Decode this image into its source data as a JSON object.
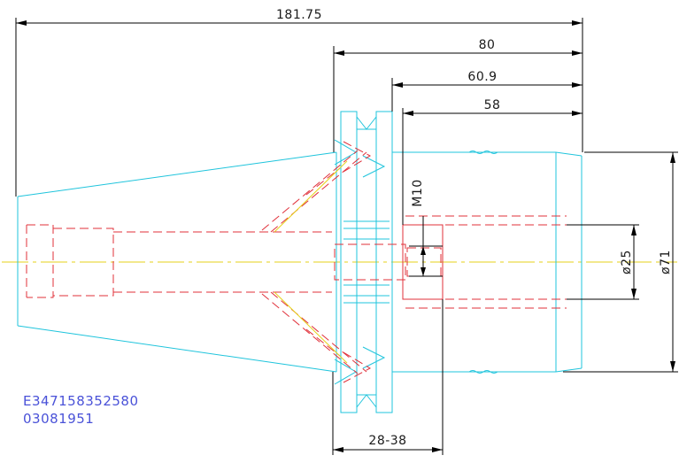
{
  "dimensions": {
    "overall_length": "181.75",
    "flange_to_end": "80",
    "groove_to_end": "60.9",
    "body_length": "58",
    "thread": "M10",
    "bore_dia": "ø25",
    "outer_dia": "ø71",
    "adjust_range": "28-38"
  },
  "part_codes": {
    "line1": "E347158352580",
    "line2": "03081951"
  },
  "colors": {
    "outline": "#1fc4dc",
    "hidden": "#e0303a",
    "centerline": "#e6d21a",
    "dimension": "#000000",
    "code_text": "#4a52d8"
  }
}
